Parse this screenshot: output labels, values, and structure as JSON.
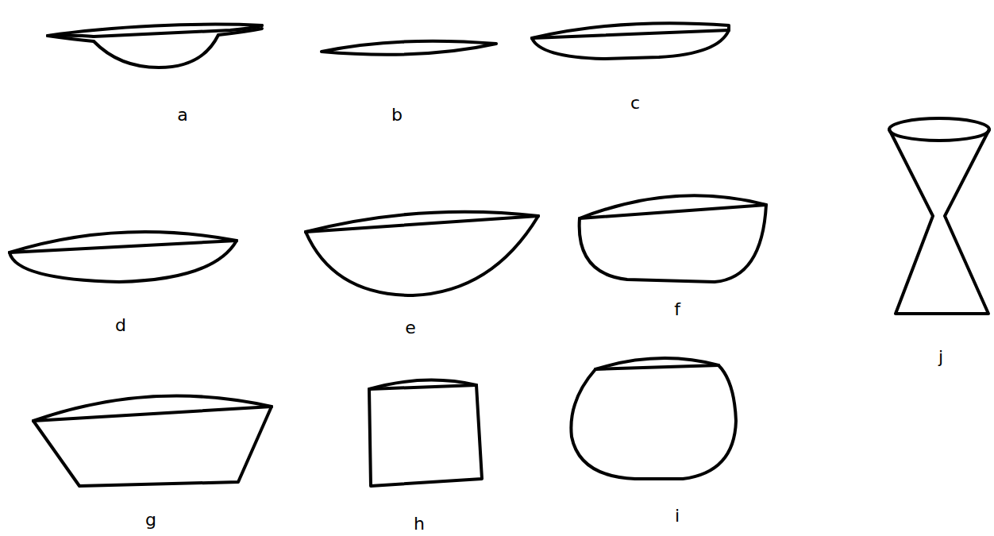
{
  "diagram": {
    "labels": [
      "a",
      "b",
      "c",
      "d",
      "e",
      "f",
      "g",
      "h",
      "i",
      "j"
    ]
  }
}
